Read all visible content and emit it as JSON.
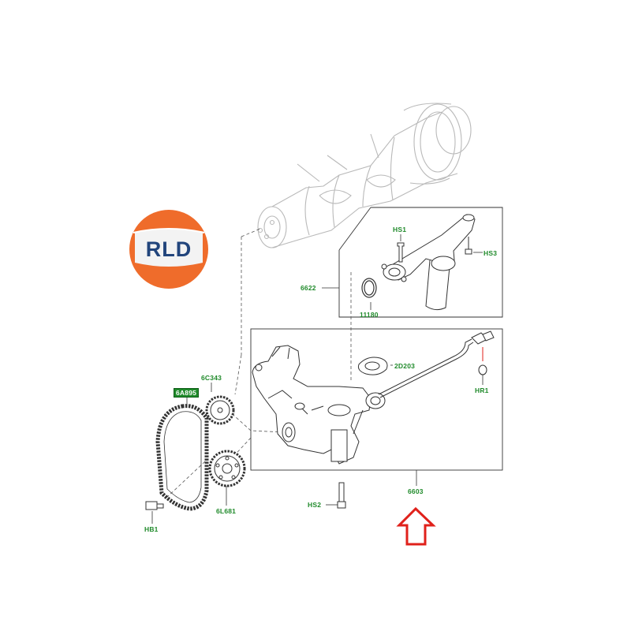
{
  "logo": {
    "text": "RLD",
    "colors": {
      "orange": "#ef6c2b",
      "band": "#f3f3f3",
      "text": "#22457c"
    }
  },
  "labels": {
    "hs1": "HS1",
    "hs3": "HS3",
    "p6622": "6622",
    "p11180": "11180",
    "p2d203": "2D203",
    "hr1": "HR1",
    "p6c343": "6C343",
    "p6a895": "6A895",
    "p6l681": "6L681",
    "hb1": "HB1",
    "hs2": "HS2",
    "p6603": "6603"
  },
  "colors": {
    "label": "#1f8a2a",
    "line": "#333333",
    "arrow": "#e0211b",
    "ghost": "#b9b9b9"
  }
}
